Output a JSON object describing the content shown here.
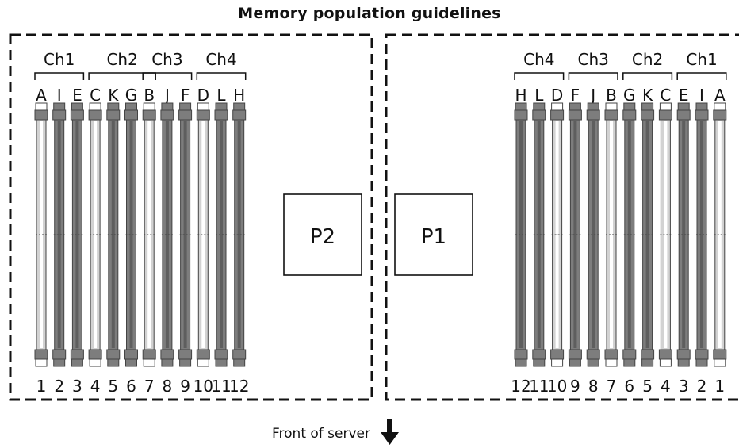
{
  "title": "Memory population guidelines",
  "footer": {
    "label": "Front of server"
  },
  "colors": {
    "line": "#111111",
    "slot_dark": "#7d7d7d",
    "slot_medium": "#a3a3a3",
    "slot_light": "#d2d2d2",
    "slot_outline": "#444444"
  },
  "processors": [
    {
      "label": "P2",
      "channels": [
        {
          "label": "Ch1",
          "slot_start": 0,
          "slot_end": 2
        },
        {
          "label": "Ch2",
          "slot_start": 3,
          "slot_end": 6
        },
        {
          "label": "Ch3",
          "slot_start": 6,
          "slot_end": 8
        },
        {
          "label": "Ch4",
          "slot_start": 9,
          "slot_end": 11
        }
      ],
      "slots": [
        {
          "letter": "A",
          "number": "1",
          "shade": "light",
          "white_tab": true
        },
        {
          "letter": "I",
          "number": "2",
          "shade": "dark",
          "white_tab": false
        },
        {
          "letter": "E",
          "number": "3",
          "shade": "dark",
          "white_tab": false
        },
        {
          "letter": "C",
          "number": "4",
          "shade": "light",
          "white_tab": true
        },
        {
          "letter": "K",
          "number": "5",
          "shade": "dark",
          "white_tab": false
        },
        {
          "letter": "G",
          "number": "6",
          "shade": "dark",
          "white_tab": false
        },
        {
          "letter": "B",
          "number": "7",
          "shade": "light",
          "white_tab": true
        },
        {
          "letter": "J",
          "number": "8",
          "shade": "dark",
          "white_tab": false
        },
        {
          "letter": "F",
          "number": "9",
          "shade": "dark",
          "white_tab": false
        },
        {
          "letter": "D",
          "number": "10",
          "shade": "light",
          "white_tab": true
        },
        {
          "letter": "L",
          "number": "11",
          "shade": "dark",
          "white_tab": false
        },
        {
          "letter": "H",
          "number": "12",
          "shade": "dark",
          "white_tab": false
        }
      ]
    },
    {
      "label": "P1",
      "channels": [
        {
          "label": "Ch4",
          "slot_start": 0,
          "slot_end": 2
        },
        {
          "label": "Ch3",
          "slot_start": 3,
          "slot_end": 5
        },
        {
          "label": "Ch2",
          "slot_start": 6,
          "slot_end": 8
        },
        {
          "label": "Ch1",
          "slot_start": 9,
          "slot_end": 11
        }
      ],
      "slots": [
        {
          "letter": "H",
          "number": "12",
          "shade": "dark",
          "white_tab": false
        },
        {
          "letter": "L",
          "number": "11",
          "shade": "dark",
          "white_tab": false
        },
        {
          "letter": "D",
          "number": "10",
          "shade": "light",
          "white_tab": true
        },
        {
          "letter": "F",
          "number": "9",
          "shade": "dark",
          "white_tab": false
        },
        {
          "letter": "J",
          "number": "8",
          "shade": "dark",
          "white_tab": false
        },
        {
          "letter": "B",
          "number": "7",
          "shade": "light",
          "white_tab": true
        },
        {
          "letter": "G",
          "number": "6",
          "shade": "dark",
          "white_tab": false
        },
        {
          "letter": "K",
          "number": "5",
          "shade": "dark",
          "white_tab": false
        },
        {
          "letter": "C",
          "number": "4",
          "shade": "light",
          "white_tab": true
        },
        {
          "letter": "E",
          "number": "3",
          "shade": "dark",
          "white_tab": false
        },
        {
          "letter": "I",
          "number": "2",
          "shade": "dark",
          "white_tab": false
        },
        {
          "letter": "A",
          "number": "1",
          "shade": "light",
          "white_tab": true
        }
      ]
    }
  ]
}
